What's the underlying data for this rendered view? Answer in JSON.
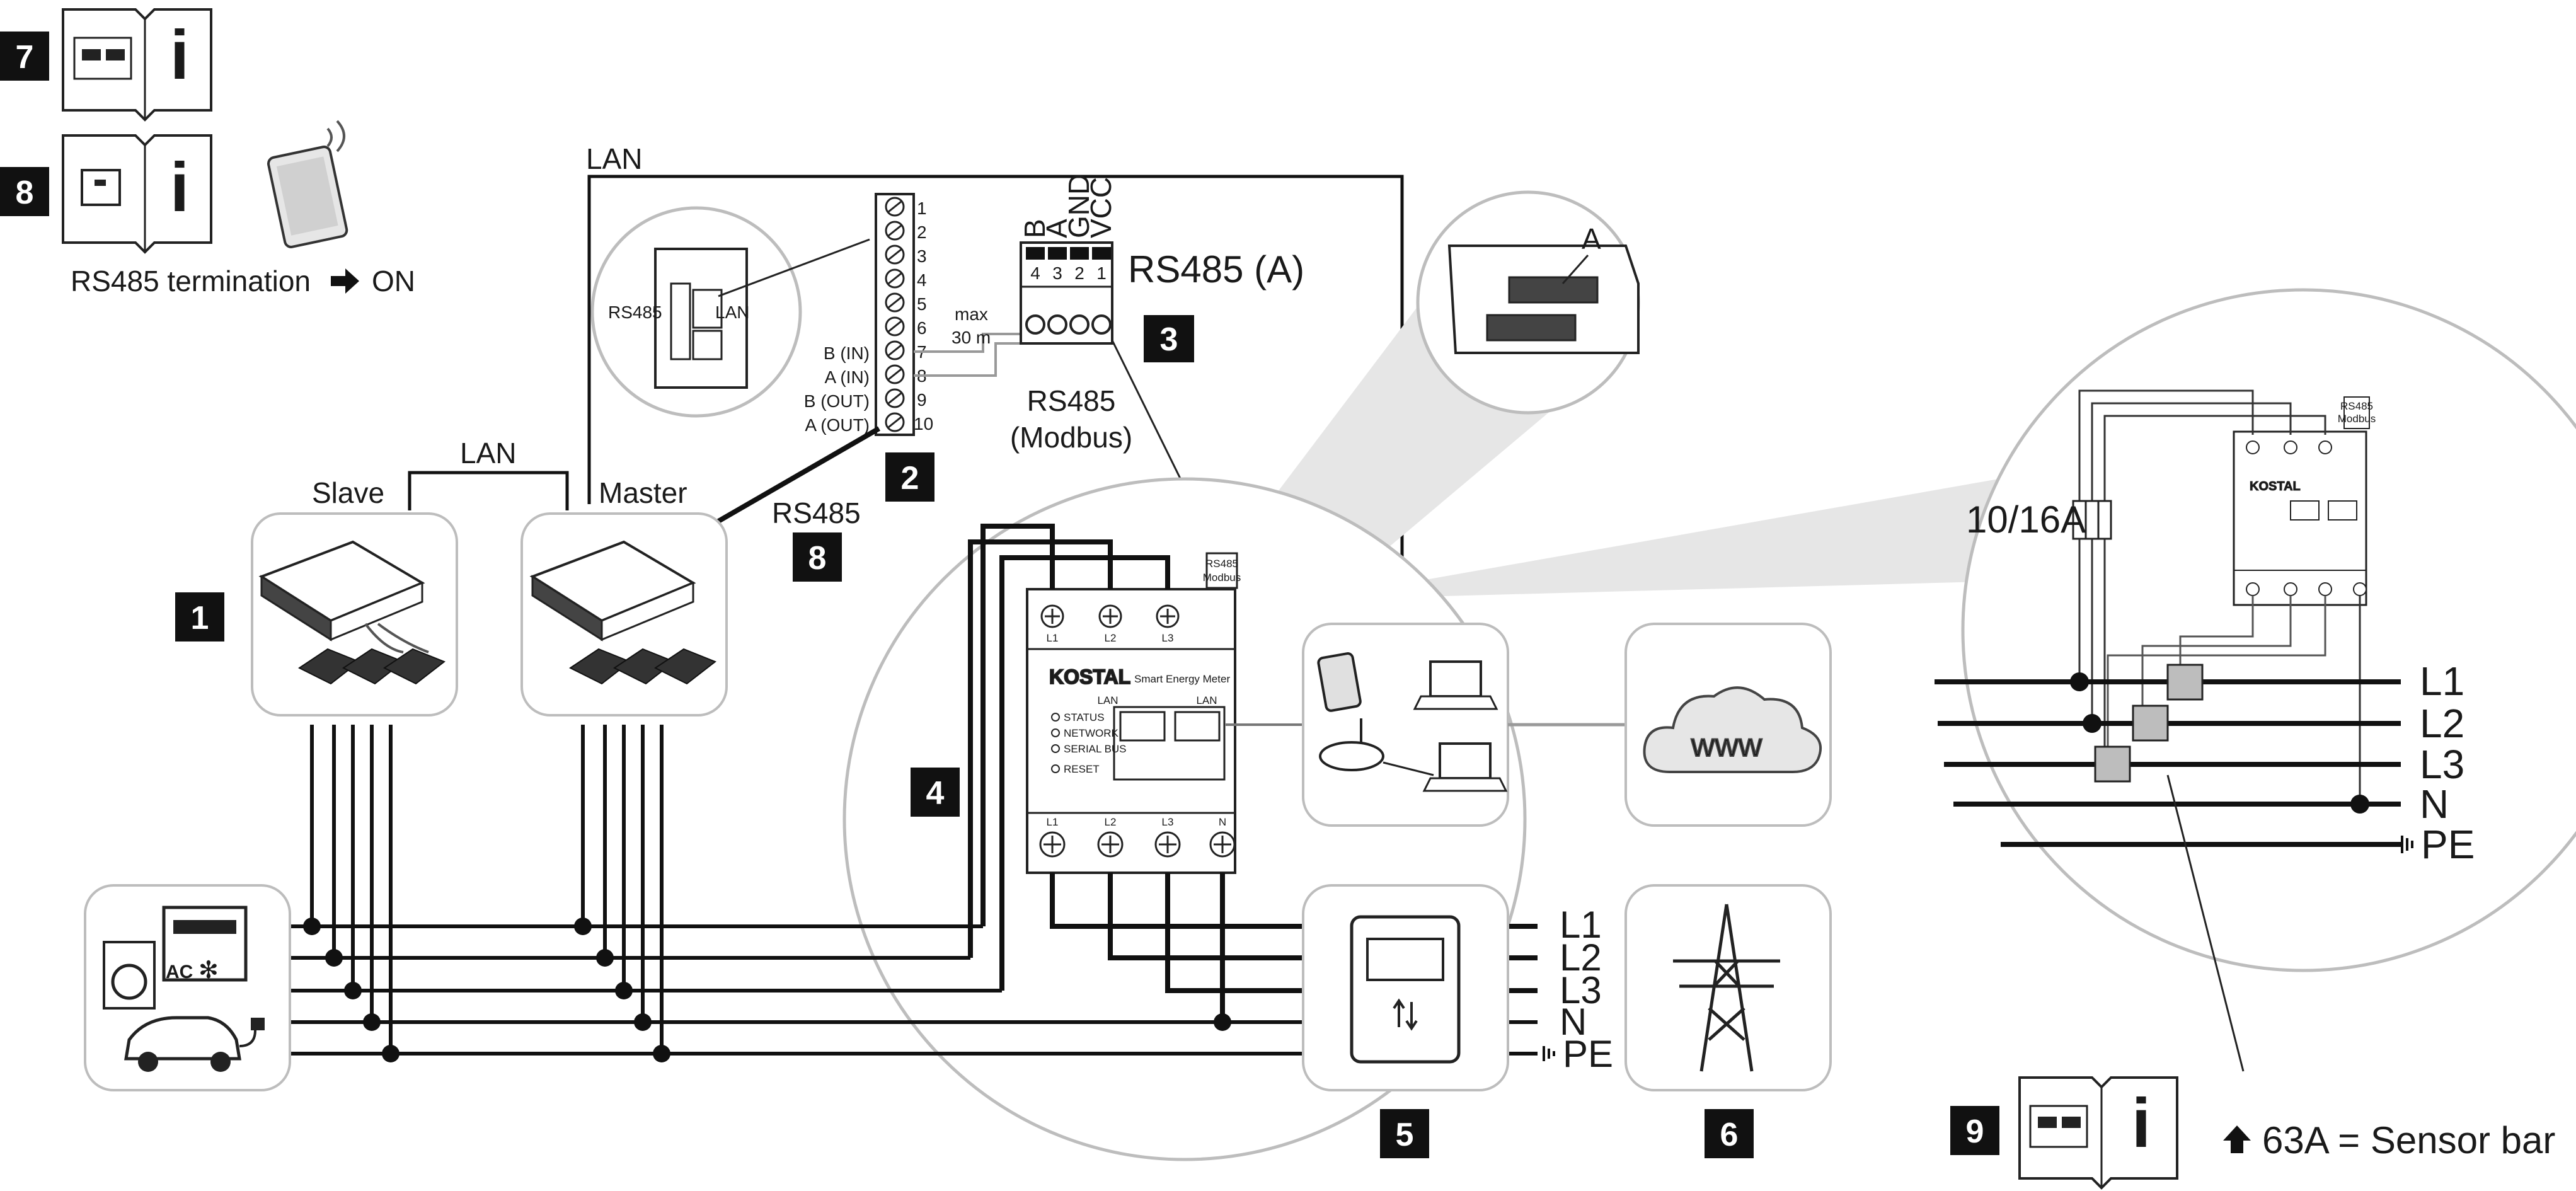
{
  "badges": {
    "b1": "1",
    "b2": "2",
    "b3": "3",
    "b4": "4",
    "b5": "5",
    "b6": "6",
    "b7": "7",
    "b8_top": "8",
    "b8_mid": "8",
    "b9": "9"
  },
  "notes": {
    "rs485_termination": "RS485 termination",
    "on": "ON",
    "sensor_bar": "63A = Sensor bar"
  },
  "labels": {
    "lan_top": "LAN",
    "lan_small": "LAN",
    "slave": "Slave",
    "master": "Master",
    "rs485_a": "RS485 (A)",
    "rs485_modbus_1": "RS485",
    "rs485_modbus_2": "(Modbus)",
    "rs485_mid": "RS485",
    "max": "max",
    "dist": "30 m",
    "fuse": "10/16A",
    "annot_a": "A",
    "www": "www",
    "ac": "AC"
  },
  "inverter_zoom": {
    "rs485": "RS485",
    "lan": "LAN"
  },
  "terminal_strip": {
    "numbers": [
      "1",
      "2",
      "3",
      "4",
      "5",
      "6",
      "7",
      "8",
      "9",
      "10"
    ],
    "pin_labels": [
      "B (IN)",
      "A (IN)",
      "B (OUT)",
      "A (OUT)"
    ]
  },
  "connector": {
    "pins": [
      "4",
      "3",
      "2",
      "1"
    ],
    "signals": [
      "B",
      "A",
      "GND",
      "VCC"
    ]
  },
  "meter": {
    "brand": "KOSTAL",
    "model": "Smart Energy Meter",
    "leds": [
      "STATUS",
      "NETWORK",
      "SERIAL BUS",
      "RESET"
    ],
    "lan": "LAN",
    "top_terms": [
      "L1",
      "L2",
      "L3"
    ],
    "bottom_terms": [
      "L1",
      "L2",
      "L3",
      "N"
    ],
    "rs485_tag_1": "RS485",
    "rs485_tag_2": "Modbus"
  },
  "grid_lines": [
    "L1",
    "L2",
    "L3",
    "N",
    "PE"
  ],
  "zoom_lines": [
    "L1",
    "L2",
    "L3",
    "N",
    "PE"
  ],
  "colors": {
    "badge": "#111111",
    "panel_border": "#bdbdbd",
    "zoom_fill": "#e8e8e8",
    "ct_gray": "#bdbdbd"
  }
}
